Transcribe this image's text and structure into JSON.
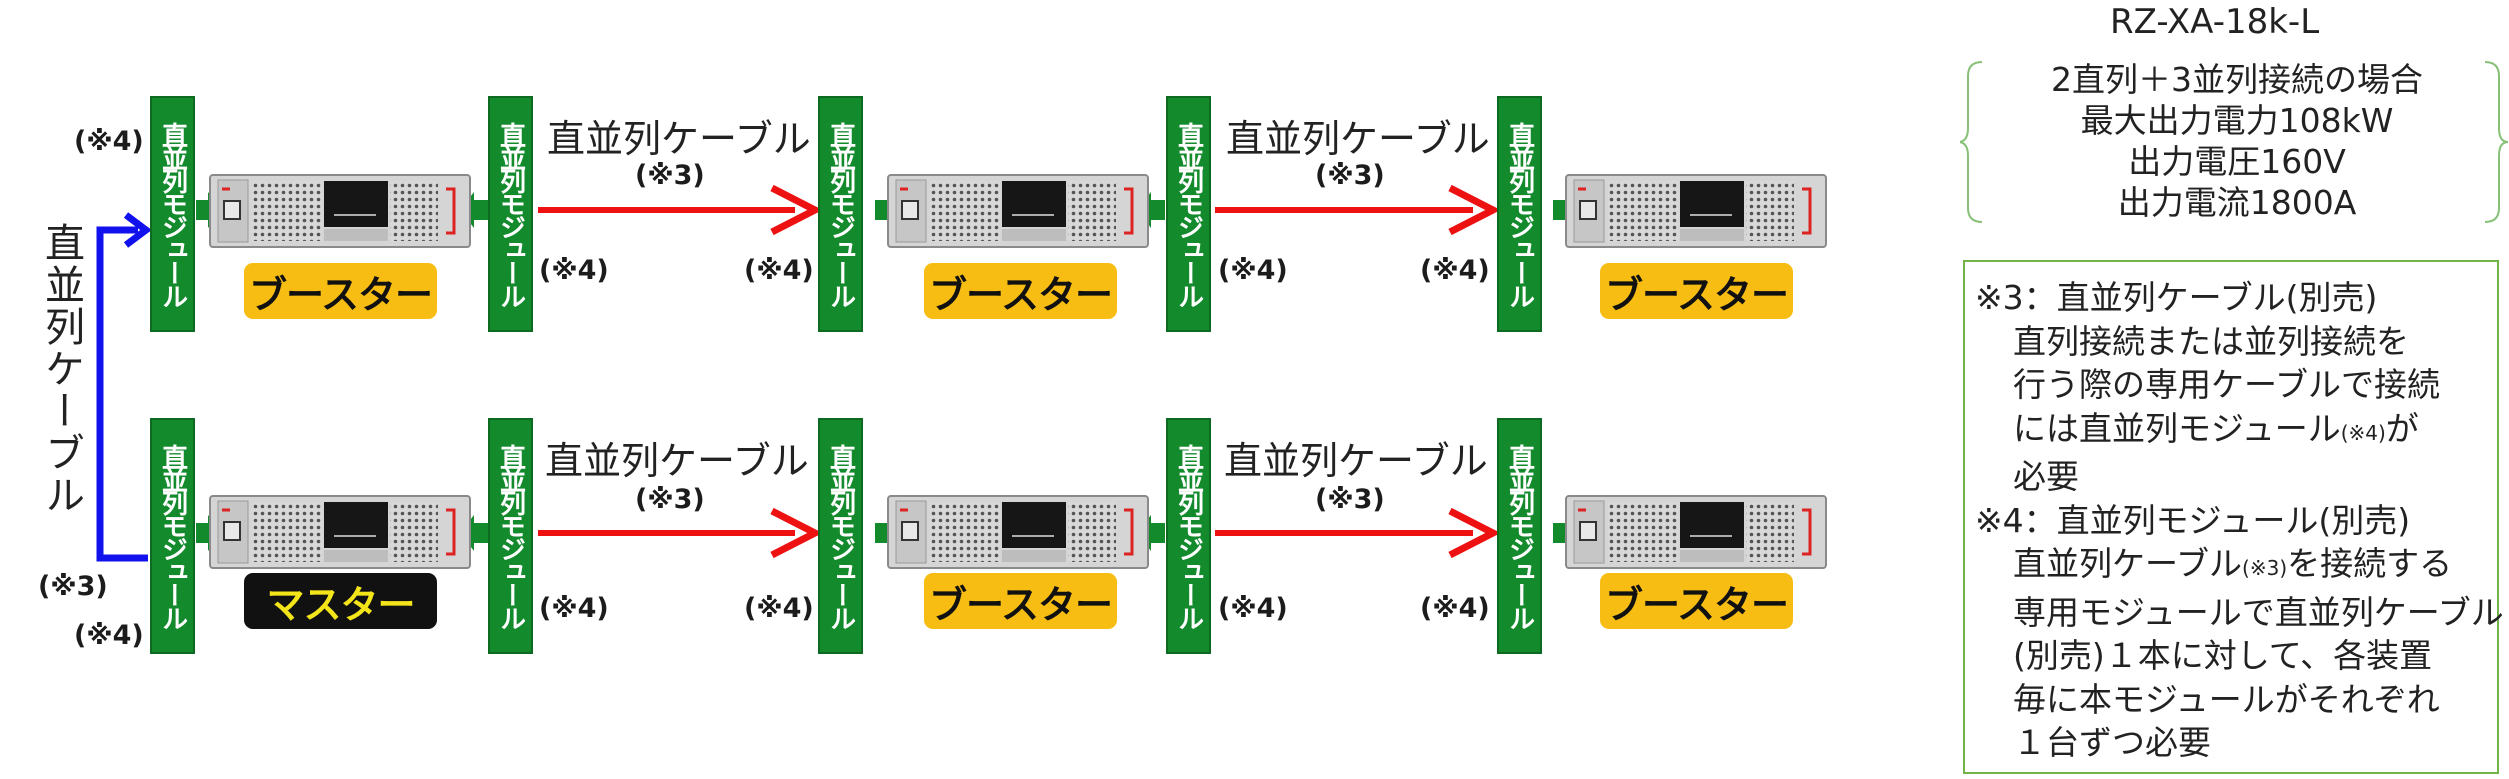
{
  "model": "RZ-XA-18k-L",
  "spec": [
    "2直列＋3並列接続の場合",
    "最大出力電力108kW",
    "出力電圧160V",
    "出力電流1800A"
  ],
  "module_label": "直並列モジュール",
  "cable_label": "直並列ケーブル",
  "side_cable_label": "直並列ケーブル",
  "note3_ref": "(※3)",
  "note4_ref": "(※4)",
  "roles": {
    "booster": "ブースター",
    "master": "マスター"
  },
  "notes": {
    "n3_title": "※3：直並列ケーブル(別売)",
    "n3_l1": "直列接続または並列接続を",
    "n3_l2": "行う際の専用ケーブルで接続",
    "n3_l3a": "には直並列モジュール",
    "n3_l3b": "(※4)",
    "n3_l3c": "が",
    "n3_l4": "必要",
    "n4_title": "※4：直並列モジュール(別売)",
    "n4_l1a": "直並列ケーブル",
    "n4_l1b": "(※3)",
    "n4_l1c": "を接続する",
    "n4_l2": "専用モジュールで直並列ケーブル",
    "n4_l3": "(別売)１本に対して、各装置",
    "n4_l4": "毎に本モジュールがそれぞれ",
    "n4_l5": "１台ずつ必要"
  },
  "colors": {
    "module_green": "#138a2c",
    "cable_red": "#ee1111",
    "cable_blue": "#1111ee",
    "booster_yellow": "#f7bd12",
    "master_black": "#111111",
    "master_text": "#f4e51a",
    "notes_border": "#73b449"
  }
}
